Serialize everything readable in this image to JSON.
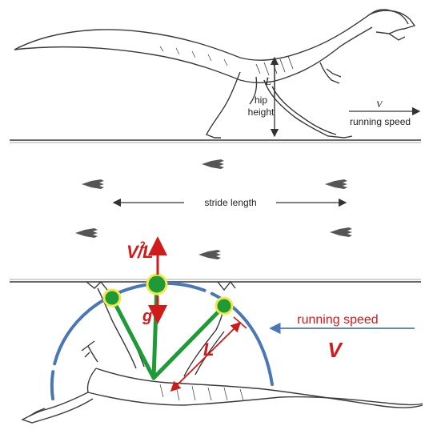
{
  "labels": {
    "hip_symbol": "L",
    "hip_height_line1": "hip",
    "hip_height_line2": "height",
    "speed_symbol_top": "V",
    "speed_label_top": "running speed",
    "stride_length": "stride length",
    "centripetal_v": "V",
    "centripetal_exp": "2",
    "centripetal_rest": "/L",
    "gravity": "g",
    "leg_length": "L",
    "speed_label_bottom": "running speed",
    "speed_symbol_bottom": "V"
  },
  "colors": {
    "red": "#d11a1a",
    "green": "#1e9a36",
    "blue": "#4a78b5",
    "yellow": "#f2e84a",
    "ink": "#3a3a3a",
    "ground": "#6a6a6a"
  }
}
